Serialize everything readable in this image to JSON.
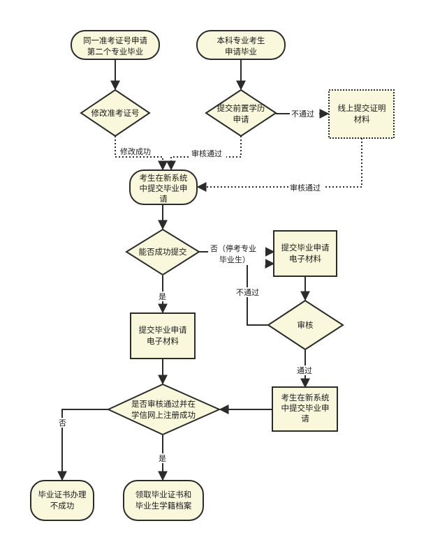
{
  "colors": {
    "node_fill": "#f9f8dc",
    "node_stroke": "#2b2b2b",
    "line": "#2b2b2b",
    "background": "#ffffff"
  },
  "nodes": {
    "same_ticket_start": {
      "line1": "同一准考证号申请",
      "line2": "第二个专业毕业"
    },
    "bachelor_start": {
      "line1": "本科专业考生",
      "line2": "申请毕业"
    },
    "modify_ticket": {
      "line1": "修改准考证号"
    },
    "submit_prior_edu": {
      "line1": "提交前置学历",
      "line2": "申请"
    },
    "online_proof": {
      "line1": "线上提交证明",
      "line2": "材料"
    },
    "new_system_apply": {
      "line1": "考生在新系统",
      "line2": "中提交毕业申",
      "line3": "请"
    },
    "can_submit": {
      "line1": "能否成功提交"
    },
    "submit_materials_right": {
      "line1": "提交毕业申请",
      "line2": "电子材料"
    },
    "review": {
      "line1": "审核"
    },
    "submit_materials_left": {
      "line1": "提交毕业申请",
      "line2": "电子材料"
    },
    "new_system_apply_2": {
      "line1": "考生在新系统",
      "line2": "中提交毕业申",
      "line3": "请"
    },
    "review_registered": {
      "line1": "是否审核通过并在",
      "line2": "学信网上注册成功"
    },
    "fail": {
      "line1": "毕业证书办理",
      "line2": "不成功"
    },
    "receive_cert": {
      "line1": "领取毕业证书和",
      "line2": "毕业生学籍档案"
    }
  },
  "edges": {
    "modify_success": "修改成功",
    "review_passed_1": "审核通过",
    "not_passed_1": "不通过",
    "review_passed_2": "审核通过",
    "no_stop_line1": "否（停考专业",
    "no_stop_line2": "毕业生）",
    "not_passed_2": "不通过",
    "yes_1": "是",
    "passed": "通过",
    "no_2": "否",
    "yes_2": "是"
  }
}
